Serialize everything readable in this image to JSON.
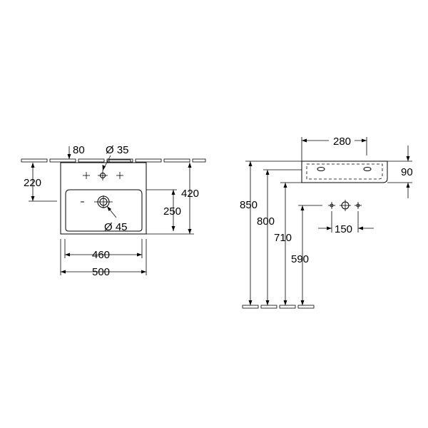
{
  "front_view": {
    "dim_80": "80",
    "dim_hole_35": "Ø 35",
    "dim_220": "220",
    "dim_420": "420",
    "dim_250": "250",
    "dim_drain_45": "Ø 45",
    "dim_460": "460",
    "dim_500": "500"
  },
  "side_view": {
    "dim_280": "280",
    "dim_90": "90",
    "dim_850": "850",
    "dim_800": "800",
    "dim_710": "710",
    "dim_590": "590",
    "dim_150": "150"
  }
}
